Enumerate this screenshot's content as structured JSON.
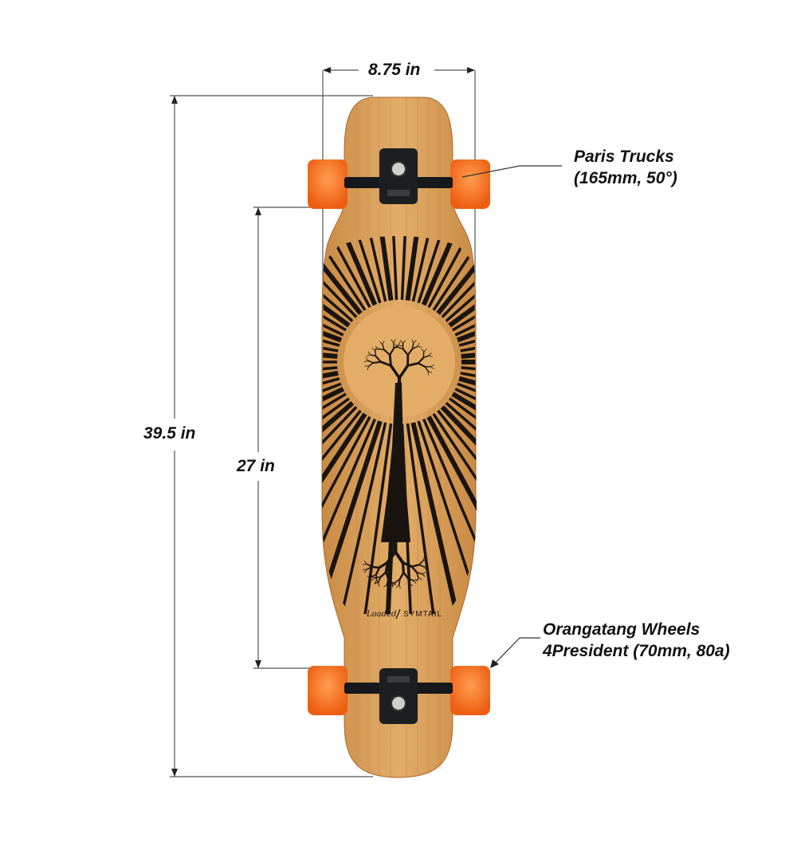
{
  "dimensions": {
    "width": "8.75 in",
    "overall_length": "39.5 in",
    "wheelbase": "27 in"
  },
  "callouts": {
    "trucks": {
      "line1": "Paris Trucks",
      "line2": "(165mm, 50°)"
    },
    "wheels": {
      "line1": "Orangatang Wheels",
      "line2": "4President (70mm, 80a)"
    }
  },
  "deck_graphic": {
    "brand": "Loaded",
    "model": "SYMTAIL"
  },
  "colors": {
    "bamboo": "#d9a45e",
    "bamboo_dark": "#b87a3a",
    "ink": "#1a1410",
    "wheel": "#f26a1b",
    "wheel_light": "#ff9a4d",
    "truck": "#16181b",
    "line": "#444444"
  }
}
